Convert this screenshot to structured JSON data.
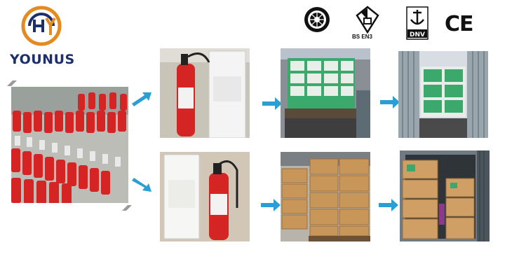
{
  "brand": {
    "name": "YOUNUS",
    "accent": "#e48a1f",
    "primary": "#1d2f6b"
  },
  "certifications": {
    "kitemark_label": "BS EN3",
    "ce_label": "CE",
    "anchor_label": "DNV"
  },
  "photos": {
    "factory_stock": {
      "alt": "Rows of red fire extinguishers in factory"
    },
    "unit_box_top": {
      "alt": "Single extinguisher beside its carton box"
    },
    "loaded_truck": {
      "alt": "Cartons loaded on truck"
    },
    "container_front": {
      "alt": "Shipping container filled with cartons"
    },
    "unit_box_bottom": {
      "alt": "Extinguisher beside carton box"
    },
    "carton_pallet": {
      "alt": "Stacked cartons on pallet"
    },
    "container_loaded": {
      "alt": "Loaded container with cartons"
    }
  },
  "colors": {
    "arrow": "#2a9fd6",
    "extinguisher_red": "#d42424"
  }
}
